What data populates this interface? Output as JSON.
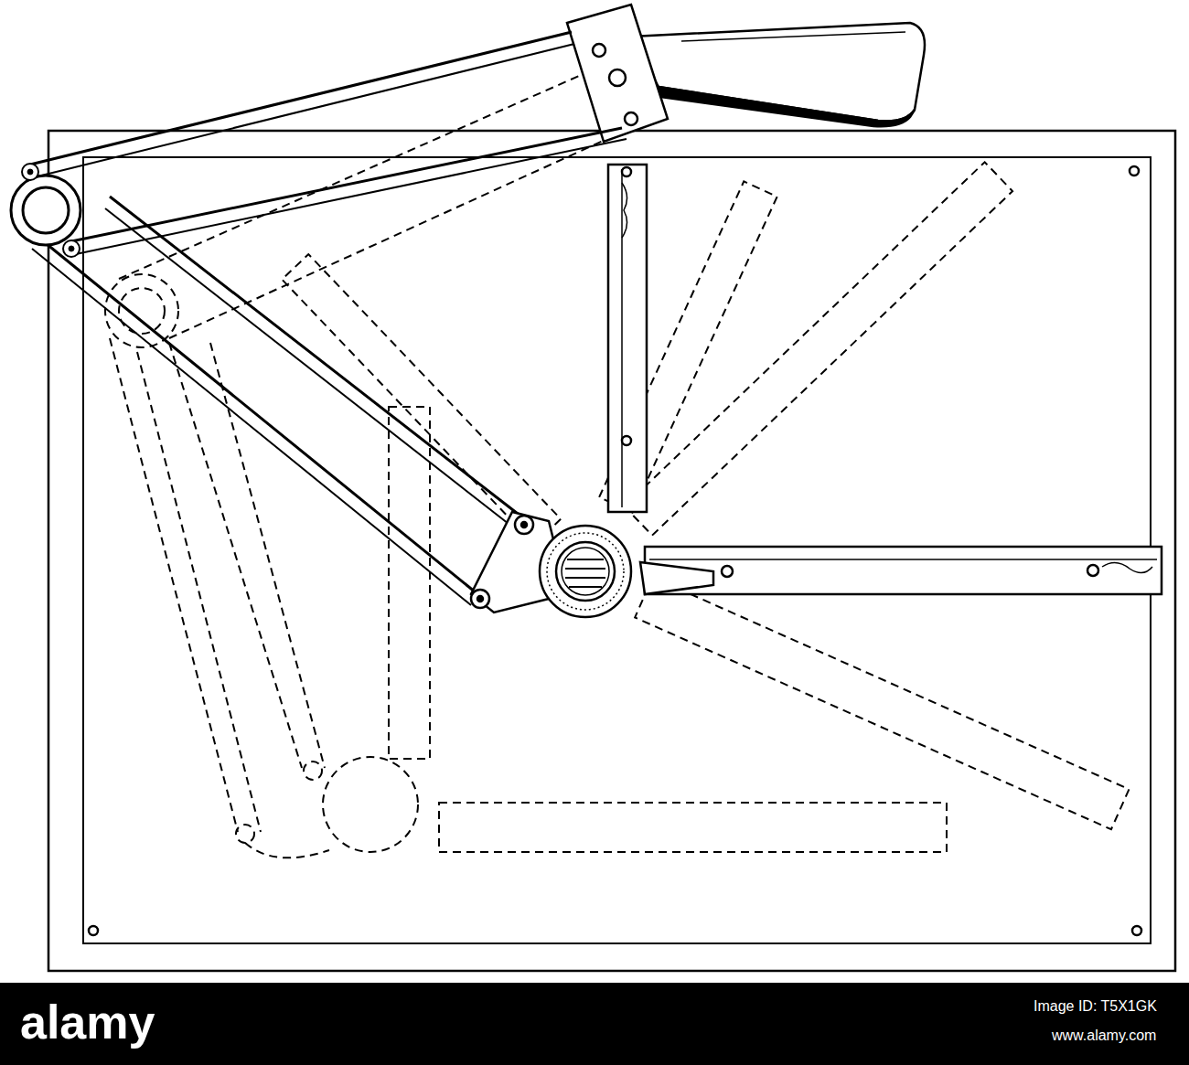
{
  "diagram": {
    "labels": [
      "alamy",
      "Image ID: T5X1GK",
      "www.alamy.com"
    ]
  }
}
